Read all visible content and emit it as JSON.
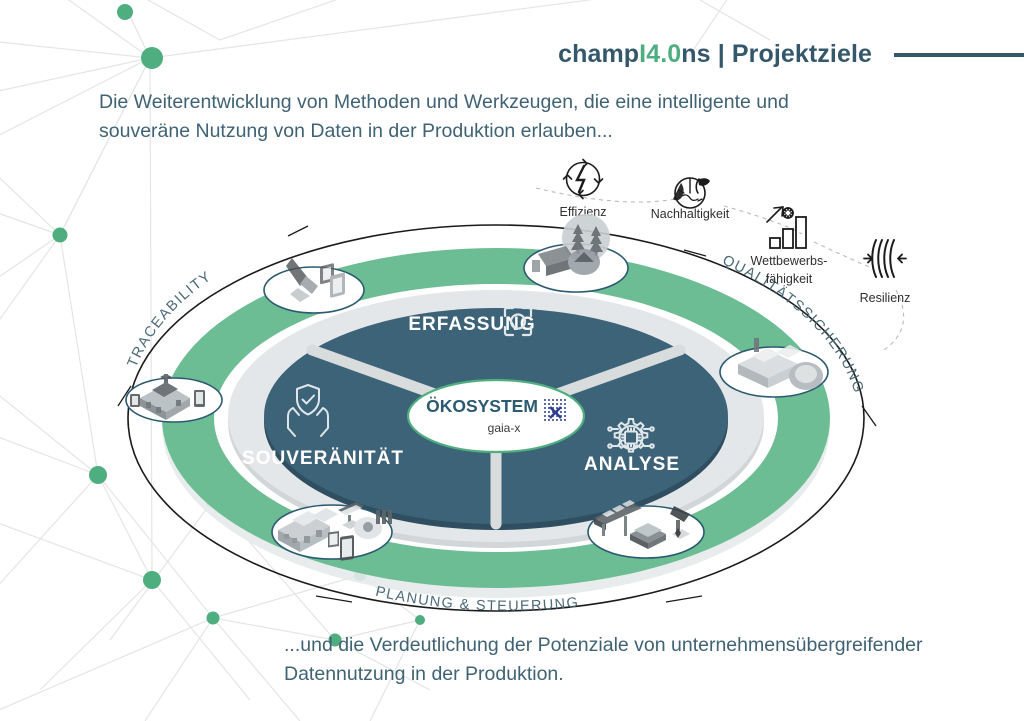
{
  "header": {
    "title_pre": "champ",
    "title_accent": "I4.0",
    "title_post": "ns | Projektziele",
    "full_title": "champI4.0ns | Projektziele",
    "rule_color": "#34576a",
    "accent_color": "#4fae7f"
  },
  "intro": {
    "line1": "Die Weiterentwicklung von Methoden und Werkzeugen, die eine intelligente und",
    "line2": "souveräne Nutzung von Daten in der Produktion erlauben..."
  },
  "outro": {
    "line1": "...und die Verdeutlichung der Potenziale von unternehmensübergreifender",
    "line2": "Datennutzung in der Produktion."
  },
  "diagram": {
    "colors": {
      "inner_donut": "#3d6378",
      "green_ring": "#6cbd94",
      "divider": "#d9dcdd",
      "outline": "#1b1b1b",
      "center_fill": "#ffffff",
      "center_stroke": "#4fae7f"
    },
    "center": {
      "title": "ÖKOSYSTEM",
      "subtitle": "gaia-x",
      "logo_name": "gaia-x-logo"
    },
    "segments": [
      {
        "id": "erfassung",
        "label": "ERFASSUNG",
        "icon": "scan-frame-icon"
      },
      {
        "id": "analyse",
        "label": "ANALYSE",
        "icon": "ai-gear-chip-icon"
      },
      {
        "id": "souveraenitaet",
        "label": "SOUVERÄNITÄT",
        "icon": "hands-shield-check-icon"
      }
    ],
    "ring_labels": [
      {
        "id": "traceability",
        "label": "TRACEABILITY"
      },
      {
        "id": "qualitaetssicherung",
        "label": "QUALITÄTSSICHERUNG"
      },
      {
        "id": "planung-steuerung",
        "label": "PLANUNG & STEUERUNG"
      }
    ],
    "kpis": [
      {
        "id": "effizienz",
        "label": "Effizienz",
        "icon": "lightning-efficiency-icon"
      },
      {
        "id": "nachhaltigkeit",
        "label": "Nachhaltigkeit",
        "icon": "globe-leaf-icon"
      },
      {
        "id": "wettbewerbsfaehigkeit",
        "label_line1": "Wettbewerbs-",
        "label_line2": "fähigkeit",
        "icon": "bar-chart-growth-icon"
      },
      {
        "id": "resilienz",
        "label": "Resilienz",
        "icon": "spring-resilience-icon"
      }
    ],
    "scenes": [
      {
        "id": "scene-traceability-scan",
        "name": "robot-arm-qr-scan-scene"
      },
      {
        "id": "scene-sustainability",
        "name": "machine-forest-scene"
      },
      {
        "id": "scene-quality",
        "name": "quality-inspection-machine-scene"
      },
      {
        "id": "scene-logistics",
        "name": "conveyor-agv-robot-scene"
      },
      {
        "id": "scene-factory",
        "name": "factory-building-mobile-scene"
      },
      {
        "id": "scene-plant",
        "name": "industrial-plant-scene"
      }
    ]
  }
}
